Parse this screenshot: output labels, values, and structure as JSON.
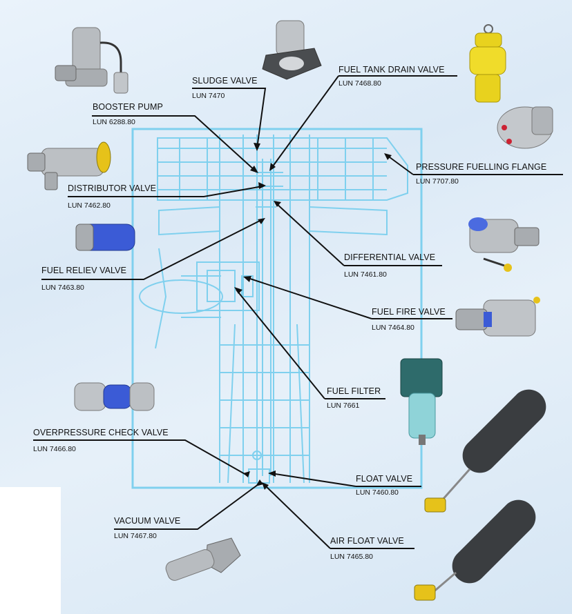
{
  "colors": {
    "background": "#dce9f5",
    "blueprint": "#7fd0ee",
    "leader": "#111111",
    "metal": "#b8bcc0",
    "yellow": "#e8d21e",
    "blue_part": "#3b5bd6",
    "teal_filter": "#3f8f8f",
    "dark_float": "#3a3d40"
  },
  "components": [
    {
      "name": "SLUDGE VALVE",
      "lun": "LUN 7470",
      "icon": "sludge-valve-photo"
    },
    {
      "name": "FUEL TANK DRAIN VALVE",
      "lun": "LUN 7468.80",
      "icon": "drain-valve-photo"
    },
    {
      "name": "BOOSTER PUMP",
      "lun": "LUN 6288.80",
      "icon": "booster-pump-photo"
    },
    {
      "name": "PRESSURE FUELLING FLANGE",
      "lun": "LUN 7707.80",
      "icon": "fuelling-flange-photo"
    },
    {
      "name": "DISTRIBUTOR VALVE",
      "lun": "LUN 7462.80",
      "icon": "distributor-valve-photo"
    },
    {
      "name": "DIFFERENTIAL VALVE",
      "lun": "LUN 7461.80",
      "icon": "differential-valve-photo"
    },
    {
      "name": "FUEL RELIEV  VALVE",
      "lun": "LUN 7463.80",
      "icon": "relief-valve-photo"
    },
    {
      "name": "FUEL FIRE VALVE",
      "lun": "LUN 7464.80",
      "icon": "fire-valve-photo"
    },
    {
      "name": "FUEL FILTER",
      "lun": "LUN 7661",
      "icon": "fuel-filter-photo"
    },
    {
      "name": "OVERPRESSURE CHECK VALVE",
      "lun": "LUN 7466.80",
      "icon": "check-valve-photo"
    },
    {
      "name": "FLOAT VALVE",
      "lun": "LUN  7460.80",
      "icon": "float-valve-photo"
    },
    {
      "name": "VACUUM VALVE",
      "lun": "LUN 7467.80",
      "icon": "vacuum-valve-photo"
    },
    {
      "name": "AIR FLOAT VALVE",
      "lun": "LUN 7465.80",
      "icon": "air-float-valve-photo"
    }
  ]
}
